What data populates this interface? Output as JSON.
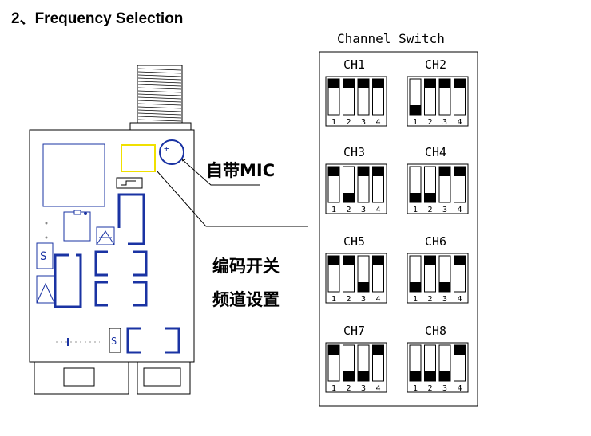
{
  "heading": "2、Frequency Selection",
  "labels": {
    "mic": "自带MIC",
    "switch_line1": "编码开关",
    "switch_line2": "频道设置"
  },
  "channel_switch": {
    "title": "Channel Switch",
    "pin_numbers": [
      "1",
      "2",
      "3",
      "4"
    ],
    "channels": [
      {
        "name": "CH1",
        "positions": [
          "up",
          "up",
          "up",
          "up"
        ]
      },
      {
        "name": "CH2",
        "positions": [
          "down",
          "up",
          "up",
          "up"
        ]
      },
      {
        "name": "CH3",
        "positions": [
          "up",
          "down",
          "up",
          "up"
        ]
      },
      {
        "name": "CH4",
        "positions": [
          "down",
          "down",
          "up",
          "up"
        ]
      },
      {
        "name": "CH5",
        "positions": [
          "up",
          "up",
          "down",
          "up"
        ]
      },
      {
        "name": "CH6",
        "positions": [
          "down",
          "up",
          "down",
          "up"
        ]
      },
      {
        "name": "CH7",
        "positions": [
          "up",
          "down",
          "down",
          "up"
        ]
      },
      {
        "name": "CH8",
        "positions": [
          "down",
          "down",
          "down",
          "up"
        ]
      }
    ]
  },
  "colors": {
    "line": "#000000",
    "pcb_blue": "#1a33a3",
    "highlight": "#f0e000"
  }
}
